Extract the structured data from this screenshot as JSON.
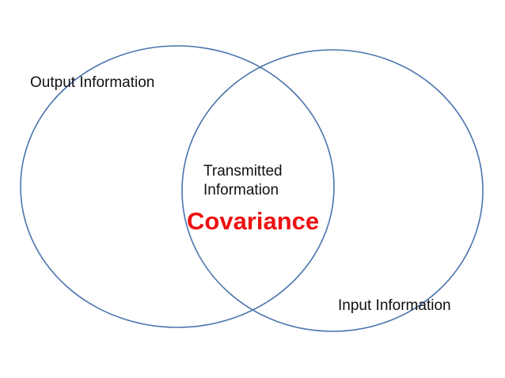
{
  "labels": {
    "output_circle": "Output Information",
    "input_circle": "Input Information",
    "overlap_line1": "Transmitted",
    "overlap_line2": "Information",
    "overlap_highlight": "Covariance"
  },
  "colors": {
    "circle_stroke": "#4a74ad",
    "highlight_text": "#ee1111",
    "body_text": "#111111"
  }
}
